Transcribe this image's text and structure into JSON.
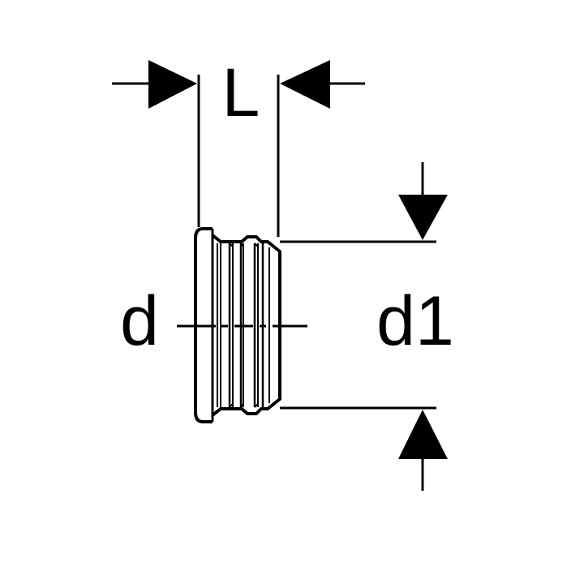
{
  "labels": {
    "length": "L",
    "diameter": "d",
    "diameter_outer": "d1"
  },
  "colors": {
    "stroke": "#000000",
    "background": "#ffffff"
  }
}
